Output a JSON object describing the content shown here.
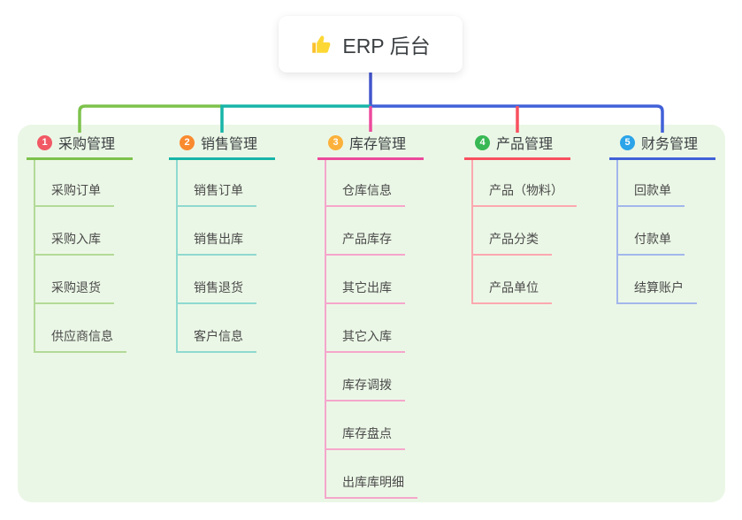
{
  "root": {
    "label": "ERP 后台",
    "icon": "thumbs-up-icon"
  },
  "canvas": {
    "page_background": "#ffffff",
    "panel_background": "#ebf7e6",
    "trunk_color": "#4355cd",
    "root_text_color": "#3c4043"
  },
  "branches": [
    {
      "number": "1",
      "label": "采购管理",
      "color": "#7dc24c",
      "light_color": "#b3da98",
      "badge_color": "#f15965",
      "children": [
        "采购订单",
        "采购入库",
        "采购退货",
        "供应商信息"
      ]
    },
    {
      "number": "2",
      "label": "销售管理",
      "color": "#17b5a8",
      "light_color": "#8fd9d0",
      "badge_color": "#f98a2e",
      "children": [
        "销售订单",
        "销售出库",
        "销售退货",
        "客户信息"
      ]
    },
    {
      "number": "3",
      "label": "库存管理",
      "color": "#ec4a9c",
      "light_color": "#f5a6cc",
      "badge_color": "#fbb13a",
      "children": [
        "仓库信息",
        "产品库存",
        "其它出库",
        "其它入库",
        "库存调拨",
        "库存盘点",
        "出库库明细"
      ]
    },
    {
      "number": "4",
      "label": "产品管理",
      "color": "#f8505f",
      "light_color": "#fca8b0",
      "badge_color": "#38b854",
      "children": [
        "产品（物料）",
        "产品分类",
        "产品单位"
      ]
    },
    {
      "number": "5",
      "label": "财务管理",
      "color": "#4161d8",
      "light_color": "#a3b6ec",
      "badge_color": "#2ba4e9",
      "children": [
        "回款单",
        "付款单",
        "结算账户"
      ]
    }
  ]
}
